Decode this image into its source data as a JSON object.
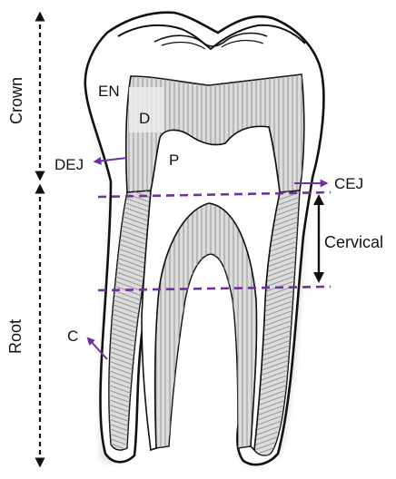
{
  "diagram": {
    "labels": {
      "crown": "Crown",
      "root": "Root",
      "enamel": "EN",
      "dentin": "D",
      "pulp": "P",
      "dej": "DEJ",
      "cej": "CEJ",
      "cervical": "Cervical",
      "cementum": "C"
    },
    "colors": {
      "outline": "#111111",
      "dentin_fill": "#d9d9d9",
      "striation": "#8c8c8c",
      "accent": "#7030a0",
      "text": "#111111"
    },
    "icons": [
      "tooth-illustration",
      "double-arrow-icon",
      "pointer-arrow-icon"
    ]
  }
}
